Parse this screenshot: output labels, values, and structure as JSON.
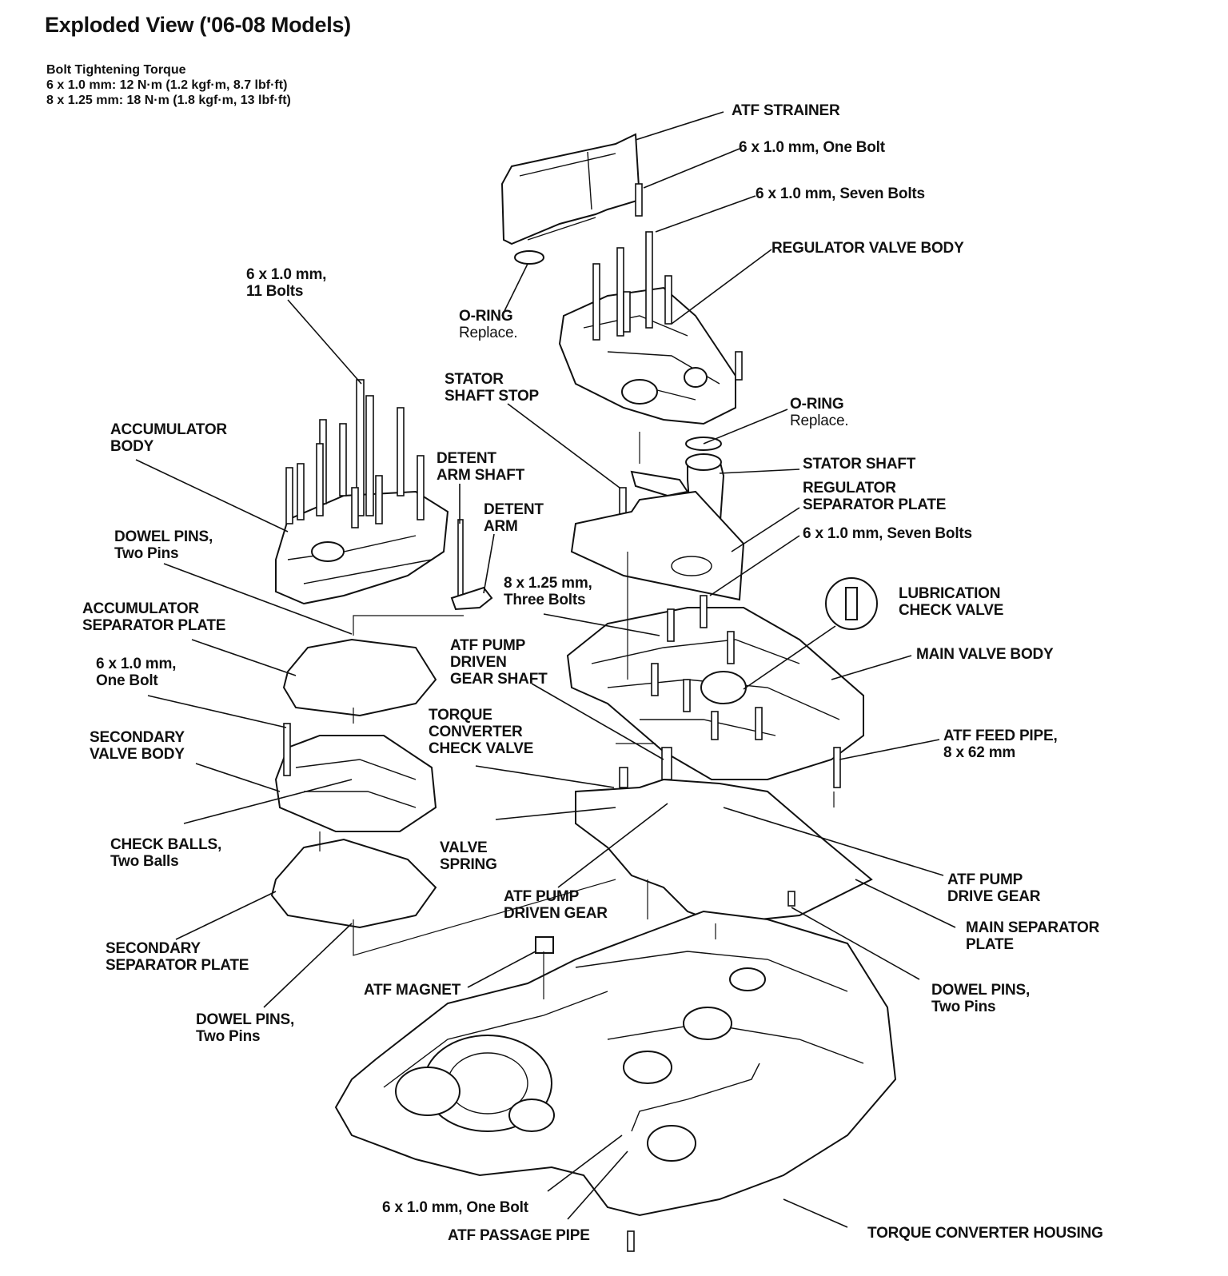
{
  "title": "Exploded View ('06-08 Models)",
  "torque": {
    "heading": "Bolt Tightening Torque",
    "line1": "6 x 1.0 mm: 12 N·m (1.2 kgf·m, 8.7 lbf·ft)",
    "line2": "8 x 1.25 mm: 18 N·m (1.8 kgf·m, 13 lbf·ft)"
  },
  "labels": {
    "atf_strainer": "ATF STRAINER",
    "bolt_one_top": "6 x 1.0 mm, One Bolt",
    "bolt_seven_top": "6 x 1.0 mm, Seven Bolts",
    "regulator_valve_body": "REGULATOR VALVE BODY",
    "bolts_11_a": "6 x 1.0 mm,",
    "bolts_11_b": "11 Bolts",
    "oring_1_a": "O-RING",
    "oring_1_b": "Replace.",
    "stator_shaft_stop_a": "STATOR",
    "stator_shaft_stop_b": "SHAFT STOP",
    "oring_2_a": "O-RING",
    "oring_2_b": "Replace.",
    "accumulator_body_a": "ACCUMULATOR",
    "accumulator_body_b": "BODY",
    "detent_arm_shaft_a": "DETENT",
    "detent_arm_shaft_b": "ARM SHAFT",
    "stator_shaft": "STATOR SHAFT",
    "regulator_sep_a": "REGULATOR",
    "regulator_sep_b": "SEPARATOR PLATE",
    "detent_arm_a": "DETENT",
    "detent_arm_b": "ARM",
    "dowel_top_a": "DOWEL PINS,",
    "dowel_top_b": "Two Pins",
    "bolt_seven_mid": "6 x 1.0 mm, Seven Bolts",
    "three_bolts_a": "8 x 1.25 mm,",
    "three_bolts_b": "Three Bolts",
    "lub_check_a": "LUBRICATION",
    "lub_check_b": "CHECK VALVE",
    "acc_sep_a": "ACCUMULATOR",
    "acc_sep_b": "SEPARATOR PLATE",
    "pump_shaft_a": "ATF PUMP",
    "pump_shaft_b": "DRIVEN",
    "pump_shaft_c": "GEAR SHAFT",
    "main_valve_body": "MAIN VALVE BODY",
    "one_bolt_left_a": "6 x 1.0 mm,",
    "one_bolt_left_b": "One Bolt",
    "tc_check_a": "TORQUE",
    "tc_check_b": "CONVERTER",
    "tc_check_c": "CHECK VALVE",
    "feed_pipe_a": "ATF FEED PIPE,",
    "feed_pipe_b": "8 x 62 mm",
    "secondary_vb_a": "SECONDARY",
    "secondary_vb_b": "VALVE BODY",
    "check_balls_a": "CHECK BALLS,",
    "check_balls_b": "Two Balls",
    "valve_spring_a": "VALVE",
    "valve_spring_b": "SPRING",
    "drive_gear_a": "ATF PUMP",
    "drive_gear_b": "DRIVE GEAR",
    "driven_gear_a": "ATF PUMP",
    "driven_gear_b": "DRIVEN GEAR",
    "main_sep_a": "MAIN SEPARATOR",
    "main_sep_b": "PLATE",
    "secondary_sep_a": "SECONDARY",
    "secondary_sep_b": "SEPARATOR PLATE",
    "atf_magnet": "ATF MAGNET",
    "dowel_right_a": "DOWEL PINS,",
    "dowel_right_b": "Two Pins",
    "dowel_bottom_a": "DOWEL PINS,",
    "dowel_bottom_b": "Two Pins",
    "one_bolt_bottom": "6 x 1.0 mm, One Bolt",
    "passage_pipe": "ATF PASSAGE PIPE",
    "tc_housing": "TORQUE CONVERTER HOUSING"
  }
}
